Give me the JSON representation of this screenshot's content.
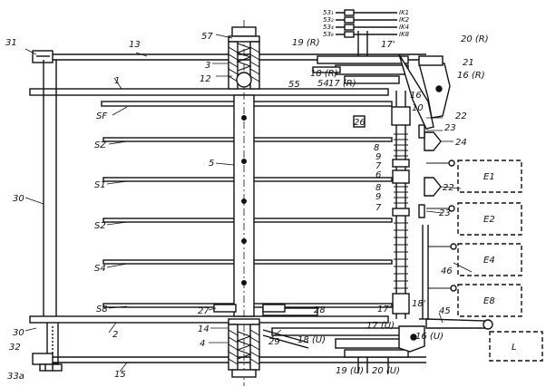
{
  "labels": {
    "l31": "31",
    "l13": "13",
    "l57": "57",
    "l3": "3",
    "l12": "12",
    "l1": "1",
    "l55": "55",
    "l54": "54",
    "sF": "SF",
    "sZ": "SZ",
    "s1": "S1",
    "s2": "S2",
    "s4": "S4",
    "s8": "S8",
    "l5": "5",
    "l30a": "30",
    "l30b": "30",
    "l2": "2",
    "l27": "27",
    "l28": "28",
    "l14": "14",
    "l4": "4",
    "l29": "29",
    "l32": "32",
    "l33a": "33a",
    "l15": "15",
    "l19R": "19 (R)",
    "l20R": "20 (R)",
    "l21": "21",
    "l16R": "16 (R)",
    "l18R": "18 (R)",
    "l17R": "17 (R)",
    "l17p": "17'",
    "l16": "16",
    "l10": "10",
    "l22a": "22",
    "l23a": "23",
    "l24": "24",
    "l26": "26",
    "l8a": "8",
    "l9a": "9",
    "l7a": "7",
    "l6": "6",
    "l8b": "8",
    "l9b": "9",
    "l7b": "7",
    "l22b": "22",
    "l23b": "23",
    "l46": "46",
    "l18p": "18'",
    "l17pb": "17'",
    "l45": "45",
    "l17U": "17 (U)",
    "l16U": "16 (U)",
    "l18U": "18 (U)",
    "l19U": "19 (U)",
    "l20U": "20 (U)",
    "w531": "53₁",
    "w532": "53₂",
    "w534": "53₄",
    "w538": "53₈",
    "ik1": "IK1",
    "ik2": "IK2",
    "ik4": "IK4",
    "ik8": "IK8",
    "E1": "E1",
    "E2": "E2",
    "E4": "E4",
    "E8": "E8",
    "L": "L"
  }
}
